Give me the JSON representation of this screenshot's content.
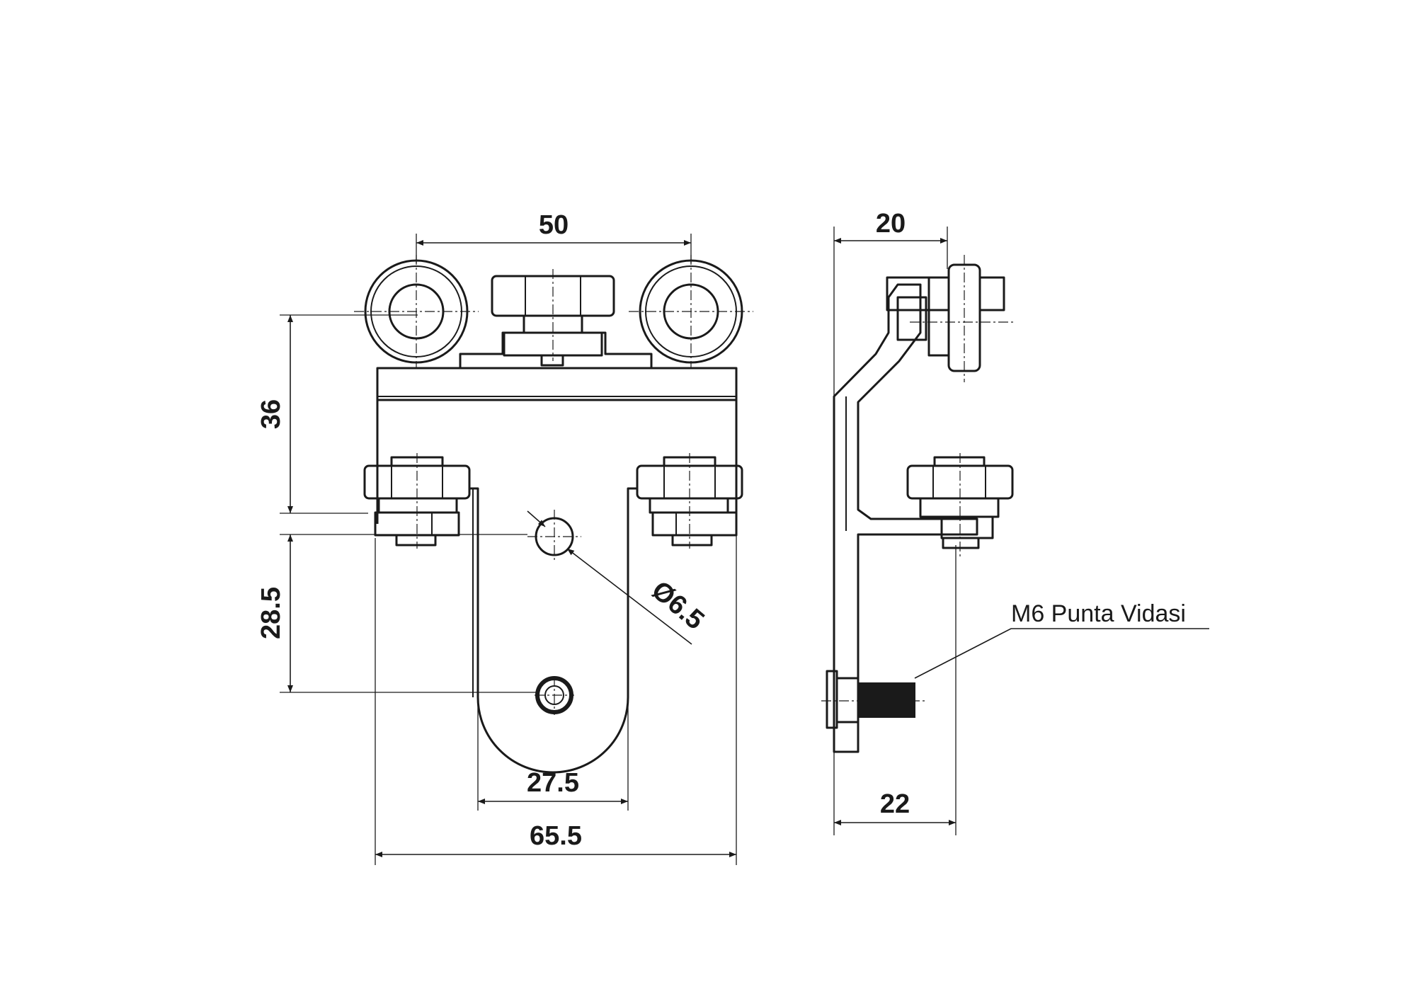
{
  "colors": {
    "line": "#1a1a1a",
    "background": "#ffffff"
  },
  "front_view": {
    "dim_top_width": "50",
    "dim_vertical_upper": "36",
    "dim_vertical_lower": "28.5",
    "dim_hole_diameter": "Ø6.5",
    "dim_slot_width": "27.5",
    "dim_overall_width": "65.5"
  },
  "side_view": {
    "dim_top_depth": "20",
    "dim_bottom_depth": "22",
    "callout_label": "M6 Punta Vidasi"
  }
}
